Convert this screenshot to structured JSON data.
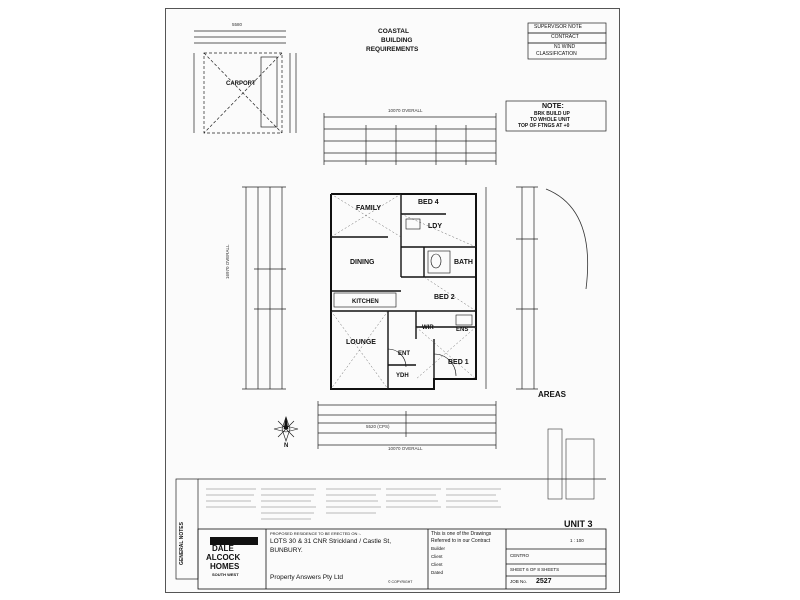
{
  "header": {
    "top_dim": "5580",
    "coastal": [
      "COASTAL",
      "BUILDING",
      "REQUIREMENTS"
    ],
    "supervisor": [
      "SUPERVISOR NOTE",
      "CONTRACT"
    ],
    "wind": [
      "N1 WIND",
      "CLASSIFICATION"
    ]
  },
  "carport": {
    "label": "CARPORT"
  },
  "overall_dims": {
    "top": "10070 OVERALL",
    "bottom": "10070 OVERALL",
    "bottom_sub": "5520 (CPS)",
    "side": "16970 OVERALL"
  },
  "note": {
    "title": "NOTE:",
    "lines": [
      "BRK BUILD UP",
      "TO WHOLE UNIT",
      "TOP OF FTNGS AT +0"
    ]
  },
  "rooms": {
    "family": "FAMILY",
    "bed4": "BED 4",
    "dining": "DINING",
    "ldy": "LDY",
    "bath": "BATH",
    "kitchen": "KITCHEN",
    "bed2": "BED 2",
    "lounge": "LOUNGE",
    "wir": "WIR",
    "ens": "ENS",
    "ent": "ENT",
    "bed1": "BED 1",
    "ydh": "YDH"
  },
  "areas": {
    "title": "AREAS"
  },
  "compass": {
    "north": "N"
  },
  "title_block": {
    "general_notes": "GENERAL NOTES",
    "company": [
      "DALE",
      "ALCOCK",
      "HOMES"
    ],
    "region": "SOUTH WEST",
    "proposed": "PROPOSED RESIDENCE TO BE ERECTED ON :-",
    "address": [
      "LOTS 30 & 31 CNR Strickland / Castle St,",
      "BUNBURY."
    ],
    "client": "Property Answers Pty Ltd",
    "copyright": "© COPYRIGHT",
    "refer": [
      "This is one of the Drawings",
      "Referred to in our Contract"
    ],
    "fields": [
      "Builder",
      "Client",
      "Client",
      "Dated"
    ],
    "unit": "UNIT 3",
    "sheet": "SHEET 6 OF 8 SHEETS",
    "job_label": "JOB No.",
    "job_no": "2527",
    "scale": "1 : 100",
    "centro": "CENTRO"
  }
}
